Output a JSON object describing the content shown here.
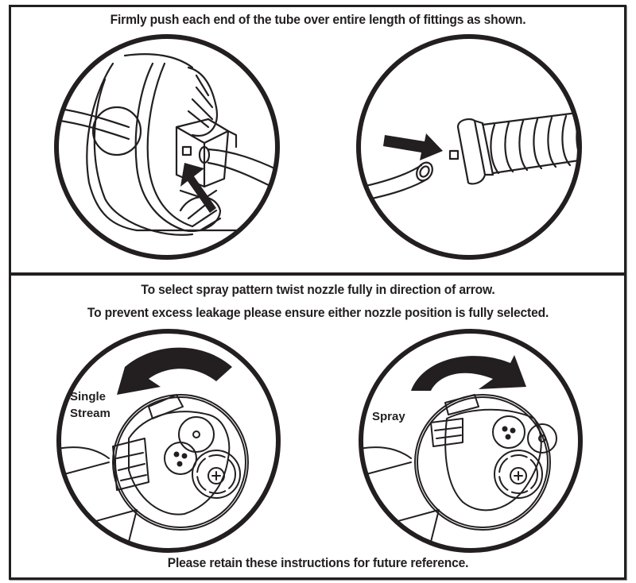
{
  "document": {
    "section_1": {
      "instruction": "Firmly push each end of the tube over entire length of fittings as shown.",
      "figures": [
        {
          "name": "tube-fitted-on-pump",
          "description": "Tube pushed over pump fitting"
        },
        {
          "name": "tube-fitted-on-nozzle",
          "description": "Tube pushed onto nozzle fitting"
        }
      ]
    },
    "section_2": {
      "instruction_1": "To select spray pattern twist nozzle fully in direction of arrow.",
      "instruction_2": "To prevent excess leakage please ensure either nozzle position is fully selected.",
      "figures": [
        {
          "name": "single-stream-position",
          "label_line1": "Single",
          "label_line2": "Stream",
          "arrow_direction": "counter-clockwise"
        },
        {
          "name": "spray-position",
          "label": "Spray",
          "arrow_direction": "clockwise"
        }
      ]
    },
    "footer": "Please retain these instructions for future reference.",
    "colors": {
      "ink": "#231f20",
      "paper": "#ffffff"
    }
  }
}
